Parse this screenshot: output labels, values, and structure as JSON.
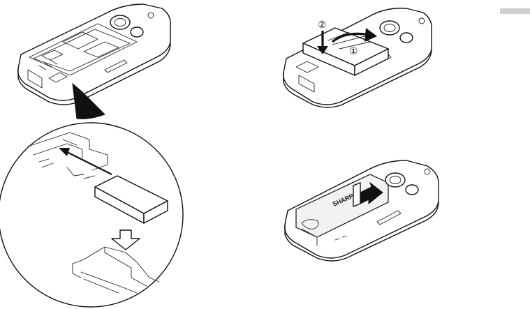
{
  "colors": {
    "line": "#111111",
    "background": "#ffffff",
    "section_tab": "#d0d0d0"
  },
  "step2": {
    "label_push": "②",
    "label_slide": "①"
  },
  "step3": {
    "brand": "SHARP"
  }
}
